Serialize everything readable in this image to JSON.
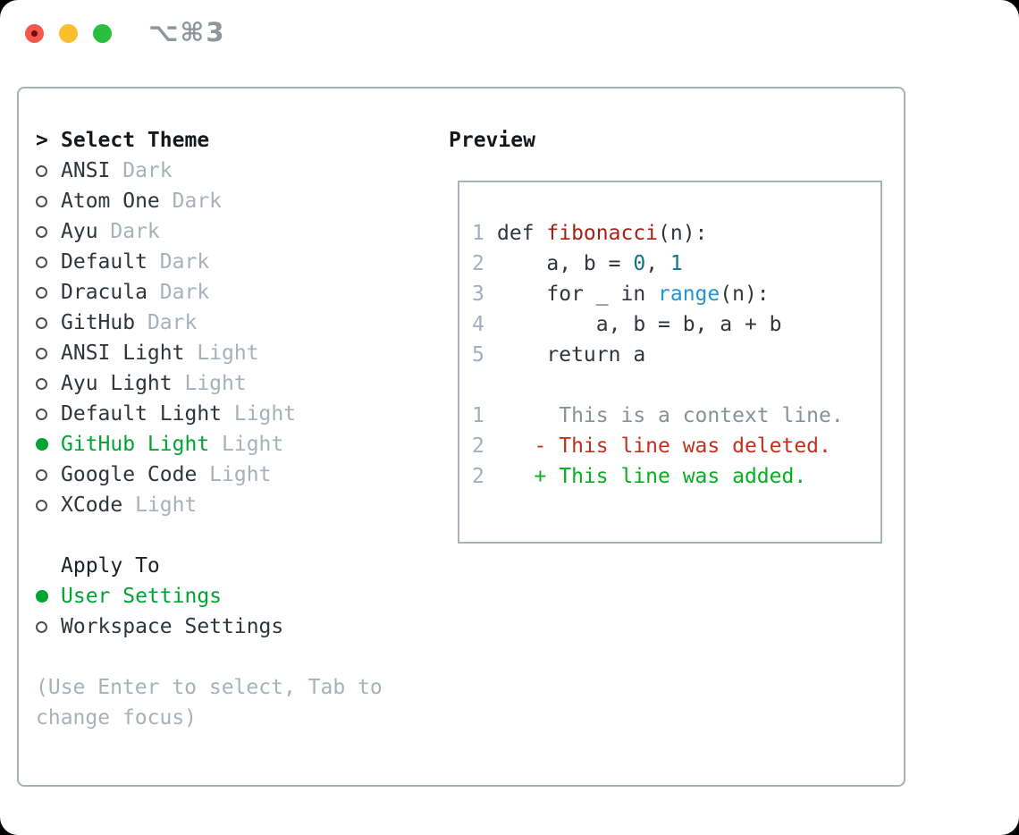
{
  "window": {
    "title": "⌥⌘3",
    "traffic_lights": [
      "close",
      "minimize",
      "zoom"
    ]
  },
  "colors": {
    "accent_green": "#00a433",
    "plain": "#30363c",
    "function_name": "#a81f13",
    "number": "#0c7580",
    "builtin": "#2196cf",
    "context": "#8a9099",
    "deleted": "#c5301c",
    "added": "#06b021",
    "tag_gray": "#a7b0bb",
    "line_number": "#a4aebc",
    "hint_gray": "#a7b0bb"
  },
  "theme_picker": {
    "header_marker": ">",
    "header": "Select Theme",
    "themes": [
      {
        "name": "ANSI",
        "tag": "Dark",
        "selected": false
      },
      {
        "name": "Atom One",
        "tag": "Dark",
        "selected": false
      },
      {
        "name": "Ayu",
        "tag": "Dark",
        "selected": false
      },
      {
        "name": "Default",
        "tag": "Dark",
        "selected": false
      },
      {
        "name": "Dracula",
        "tag": "Dark",
        "selected": false
      },
      {
        "name": "GitHub",
        "tag": "Dark",
        "selected": false
      },
      {
        "name": "ANSI Light",
        "tag": "Light",
        "selected": false
      },
      {
        "name": "Ayu Light",
        "tag": "Light",
        "selected": false
      },
      {
        "name": "Default Light",
        "tag": "Light",
        "selected": false
      },
      {
        "name": "GitHub Light",
        "tag": "Light",
        "selected": true
      },
      {
        "name": "Google Code",
        "tag": "Light",
        "selected": false
      },
      {
        "name": "XCode",
        "tag": "Light",
        "selected": false
      }
    ],
    "apply_to": {
      "header": "Apply To",
      "options": [
        {
          "name": "User Settings",
          "selected": true
        },
        {
          "name": "Workspace Settings",
          "selected": false
        }
      ]
    },
    "hint_lines": [
      "(Use Enter to select, Tab to",
      "change focus)"
    ]
  },
  "preview": {
    "title": "Preview",
    "lines": [
      {
        "kind": "code",
        "num": "1",
        "segments": [
          {
            "text": "def ",
            "style": "plain"
          },
          {
            "text": "fibonacci",
            "style": "function_name"
          },
          {
            "text": "(n):",
            "style": "plain"
          }
        ]
      },
      {
        "kind": "code",
        "num": "2",
        "segments": [
          {
            "text": "    a, b = ",
            "style": "plain"
          },
          {
            "text": "0",
            "style": "number"
          },
          {
            "text": ", ",
            "style": "plain"
          },
          {
            "text": "1",
            "style": "number"
          }
        ]
      },
      {
        "kind": "code",
        "num": "3",
        "segments": [
          {
            "text": "    for _ in ",
            "style": "plain"
          },
          {
            "text": "range",
            "style": "builtin"
          },
          {
            "text": "(n):",
            "style": "plain"
          }
        ]
      },
      {
        "kind": "code",
        "num": "4",
        "segments": [
          {
            "text": "        a, b = b, a + b",
            "style": "plain"
          }
        ]
      },
      {
        "kind": "code",
        "num": "5",
        "segments": [
          {
            "text": "    return a",
            "style": "plain"
          }
        ]
      },
      {
        "kind": "blank",
        "num": "",
        "segments": []
      },
      {
        "kind": "context",
        "num": "1",
        "segments": [
          {
            "text": "     This is a context line.",
            "style": "context"
          }
        ]
      },
      {
        "kind": "deleted",
        "num": "2",
        "segments": [
          {
            "text": "   - This line was deleted.",
            "style": "deleted"
          }
        ]
      },
      {
        "kind": "added",
        "num": "2",
        "segments": [
          {
            "text": "   + This line was added.",
            "style": "added"
          }
        ]
      }
    ]
  }
}
